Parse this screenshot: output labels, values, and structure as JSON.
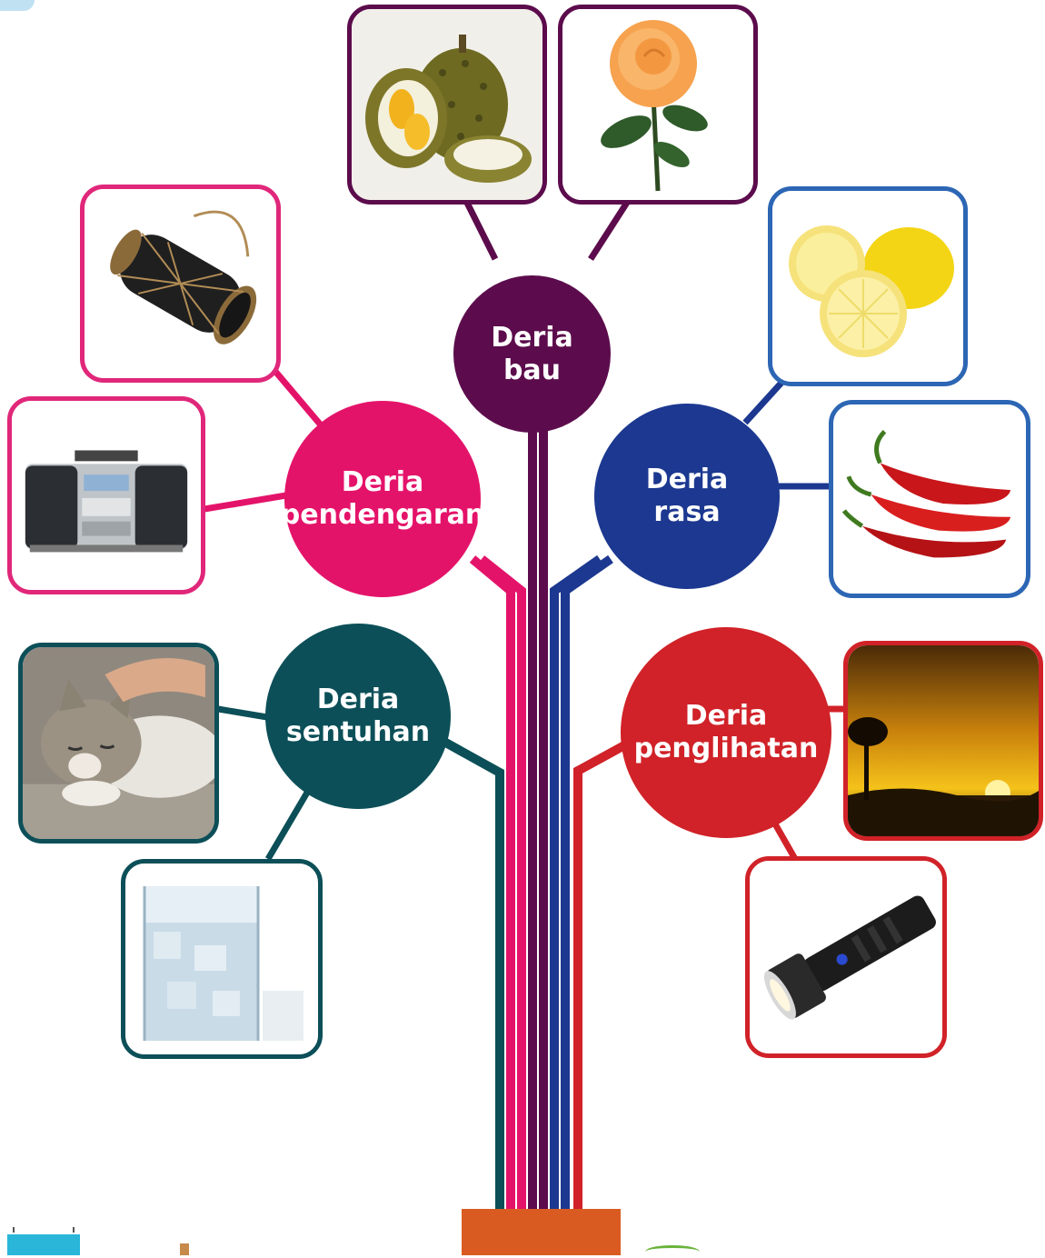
{
  "senses": [
    {
      "id": "bau",
      "label": "Deria\nbau",
      "color": "#5c0c4c",
      "pictures": [
        "durian-icon",
        "rose-icon"
      ]
    },
    {
      "id": "pendengaran",
      "label": "Deria\npendengaran",
      "color": "#e4136a",
      "pictures": [
        "drum-icon",
        "radio-icon"
      ]
    },
    {
      "id": "rasa",
      "label": "Deria\nrasa",
      "color": "#1c3890",
      "pictures": [
        "lemon-icon",
        "chili-icon"
      ]
    },
    {
      "id": "sentuhan",
      "label": "Deria\nsentuhan",
      "color": "#0c4f58",
      "pictures": [
        "cat-icon",
        "ice-glass-icon"
      ]
    },
    {
      "id": "penglihatan",
      "label": "Deria\npenglihatan",
      "color": "#d02228",
      "pictures": [
        "sunset-icon",
        "flashlight-icon"
      ]
    }
  ],
  "colors": {
    "bau": "#5c0c4c",
    "pendengaran": "#e4136a",
    "rasa": "#1c3890",
    "sentuhan": "#0c4f58",
    "penglihatan": "#d02228",
    "trunk_base": "#d95b21",
    "card_border_rasa": "#2c66b4",
    "card_border_pendengaran": "#e0277a"
  }
}
